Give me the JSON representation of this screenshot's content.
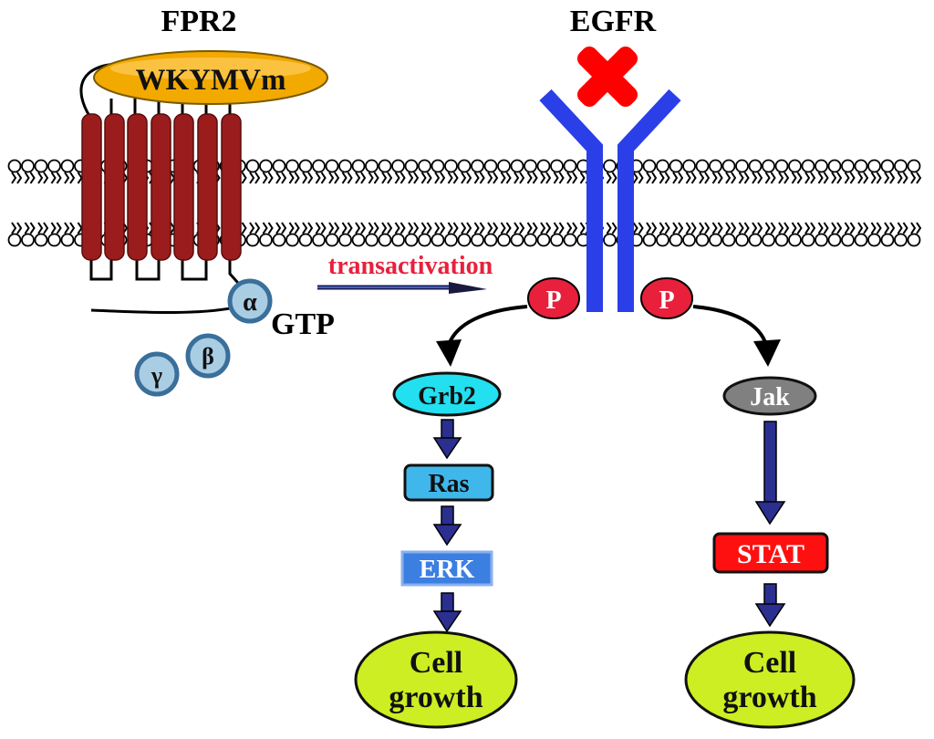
{
  "labels": {
    "fpr2": "FPR2",
    "egfr": "EGFR",
    "ligand": "WKYMVm",
    "transactivation": "transactivation",
    "gtp": "GTP",
    "alpha": "α",
    "beta": "β",
    "gamma": "γ",
    "phospho_left": "P",
    "phospho_right": "P",
    "grb2": "Grb2",
    "ras": "Ras",
    "erk": "ERK",
    "jak": "Jak",
    "stat": "STAT",
    "growth_left_line1": "Cell",
    "growth_left_line2": "growth",
    "growth_right_line1": "Cell",
    "growth_right_line2": "growth"
  },
  "colors": {
    "receptor_helix": "#9b1c1c",
    "ligand": "#f2a900",
    "egfr": "#2a3fe8",
    "block_cross": "#ff0000",
    "transactivation_text": "#e8203c",
    "phospho": "#e8203c",
    "g_protein": "#a9cde3",
    "grb2": "#22e0f0",
    "ras": "#3fb7ea",
    "erk": "#3b7fe0",
    "jak": "#808080",
    "stat": "#ff1010",
    "cell_growth": "#ccee22",
    "arrow_fill": "#2b2f8f"
  }
}
